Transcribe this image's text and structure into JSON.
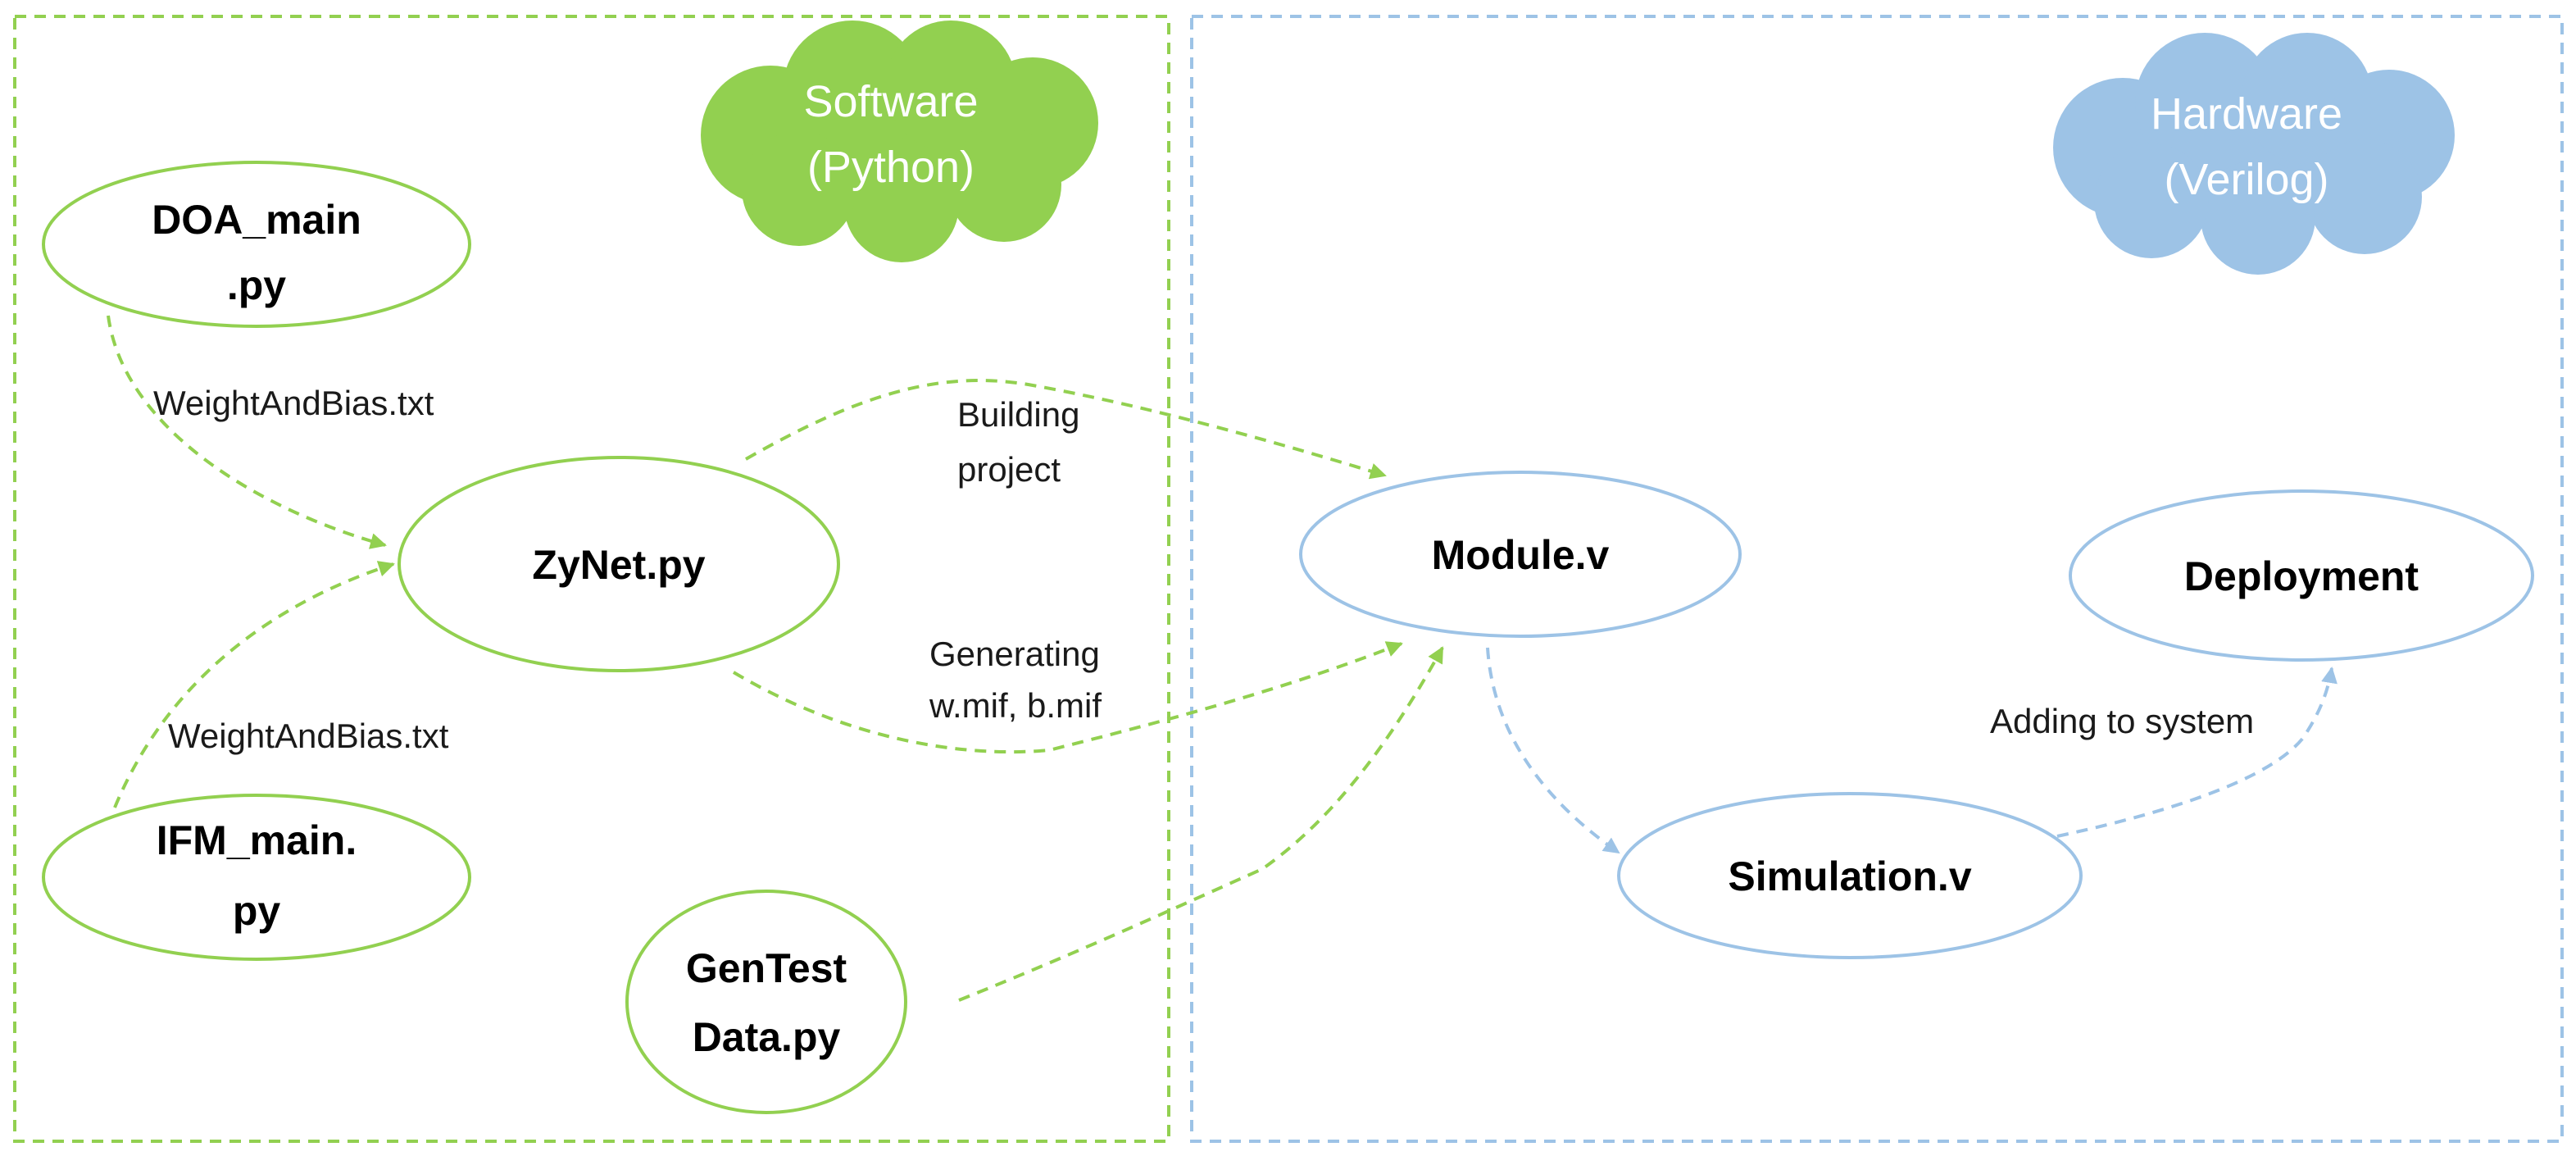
{
  "colors": {
    "software": "#92d050",
    "hardware": "#9dc3e6",
    "cloud_text": "#ffffff",
    "text": "#000000"
  },
  "panels": {
    "software": {
      "cloud": {
        "line1": "Software",
        "line2": "(Python)"
      }
    },
    "hardware": {
      "cloud": {
        "line1": "Hardware",
        "line2": "(Verilog)"
      }
    }
  },
  "nodes": {
    "doa_main": {
      "line1": "DOA_main",
      "line2": ".py"
    },
    "ifm_main": {
      "line1": "IFM_main.",
      "line2": "py"
    },
    "zynet": {
      "label": "ZyNet.py"
    },
    "gentest": {
      "line1": "GenTest",
      "line2": "Data.py"
    },
    "module": {
      "label": "Module.v"
    },
    "simulation": {
      "label": "Simulation.v"
    },
    "deployment": {
      "label": "Deployment"
    }
  },
  "edges": {
    "doa_to_zynet": {
      "label": "WeightAndBias.txt"
    },
    "ifm_to_zynet": {
      "label": "WeightAndBias.txt"
    },
    "zynet_to_module_build": {
      "line1": "Building",
      "line2": "project"
    },
    "zynet_to_module_generate": {
      "line1": "Generating",
      "line2": "w.mif, b.mif"
    },
    "gentest_to_module": {
      "label": ""
    },
    "module_to_simulation": {
      "label": ""
    },
    "simulation_to_deployment": {
      "label": "Adding to system"
    }
  }
}
